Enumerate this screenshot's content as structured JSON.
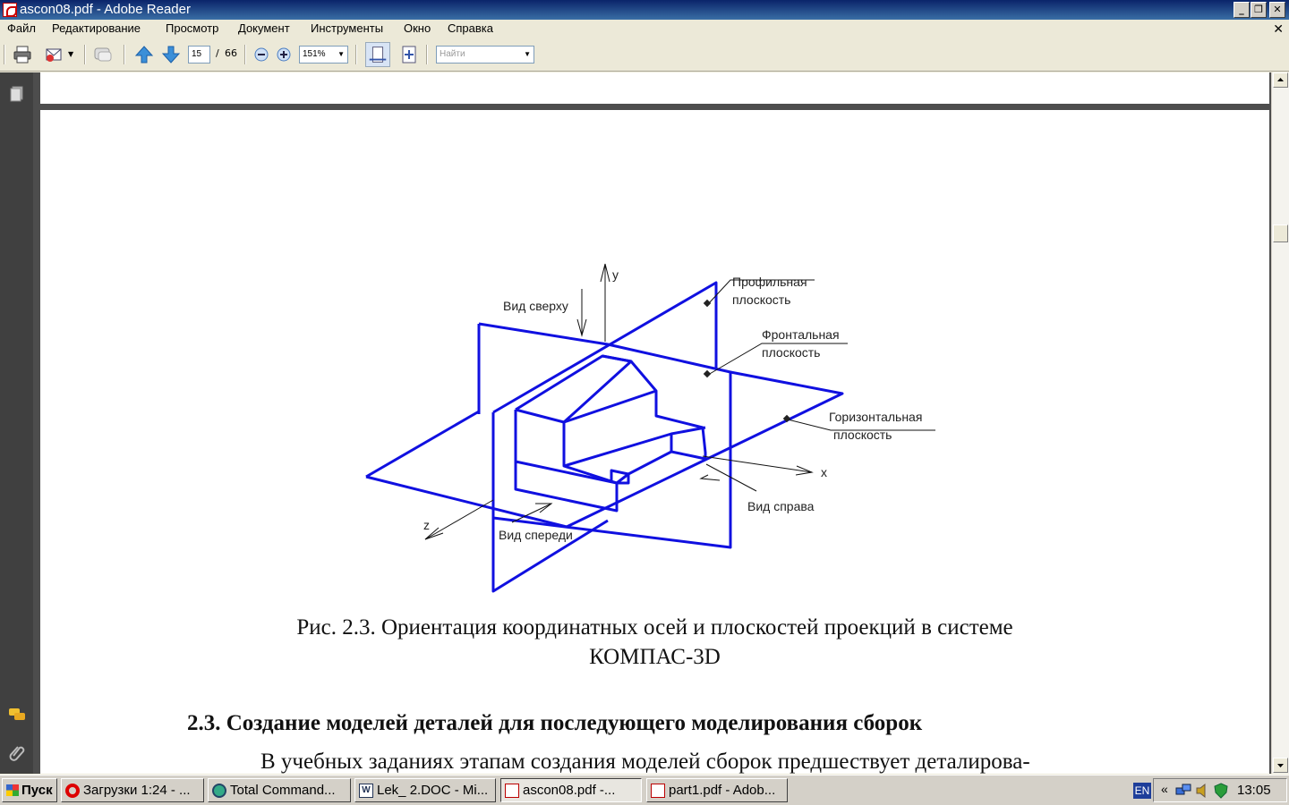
{
  "window": {
    "title": "ascon08.pdf - Adobe Reader",
    "buttons": {
      "minimize": "_",
      "restore": "❐",
      "close": "✕"
    }
  },
  "menu": {
    "items": [
      "Файл",
      "Редактирование",
      "Просмотр",
      "Документ",
      "Инструменты",
      "Окно",
      "Справка"
    ],
    "doc_close": "✕"
  },
  "toolbar": {
    "page_current": "15",
    "page_separator": "/",
    "page_total": "66",
    "zoom": "151%",
    "search_placeholder": "Найти"
  },
  "figure": {
    "labels": {
      "y": "y",
      "x": "x",
      "z": "z",
      "top_view": "Вид сверху",
      "profile_plane_1": "Профильная",
      "profile_plane_2": "плоскость",
      "frontal_plane_1": "Фронтальная",
      "frontal_plane_2": "плоскость",
      "horizontal_plane_1": "Горизонтальная",
      "horizontal_plane_2": "плоскость",
      "right_view": "Вид справа",
      "front_view": "Вид спереди"
    },
    "line_color": "#1010e0"
  },
  "document": {
    "caption_line1": "Рис. 2.3. Ориентация координатных осей  и плоскостей проекций в системе",
    "caption_line2": "КОМПАС-3D",
    "section_heading": "2.3. Создание моделей деталей для последующего моделирования сборок",
    "paragraph_start": "В учебных заданиях этапам создания моделей сборок предшествует деталирова-"
  },
  "taskbar": {
    "start": "Пуск",
    "tasks": [
      {
        "label": "Загрузки 1:24 - ...",
        "icon": "opera-icon",
        "active": false
      },
      {
        "label": "Total Command...",
        "icon": "total-commander-icon",
        "active": false
      },
      {
        "label": "Lek_ 2.DOC - Mi...",
        "icon": "word-icon",
        "active": false
      },
      {
        "label": "ascon08.pdf -...",
        "icon": "pdf-icon",
        "active": true
      },
      {
        "label": "part1.pdf - Adob...",
        "icon": "pdf-icon",
        "active": false
      }
    ],
    "language": "EN",
    "tray_chevron": "«",
    "clock": "13:05"
  }
}
